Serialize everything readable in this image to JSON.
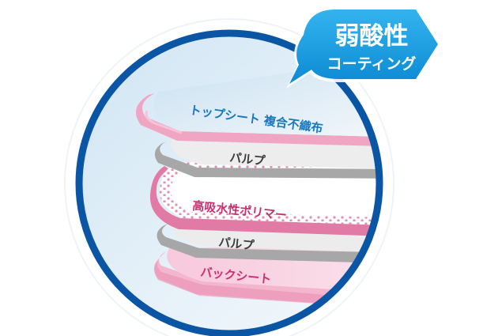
{
  "badge": {
    "title": "弱酸性",
    "subtitle": "コーティング"
  },
  "layers": {
    "top_sheet": "トップシート 複合不織布",
    "pulp_upper": "パルプ",
    "polymer": "高吸水性ポリマー",
    "pulp_lower": "パルプ",
    "back_sheet": "バックシート"
  },
  "colors": {
    "ring": "#0a56a5",
    "badge": "#1a9ce0",
    "top_label": "#1778c2",
    "polymer_label": "#cc2f6f",
    "gray_label": "#3b3b3b",
    "back_label": "#cc2f6f"
  }
}
